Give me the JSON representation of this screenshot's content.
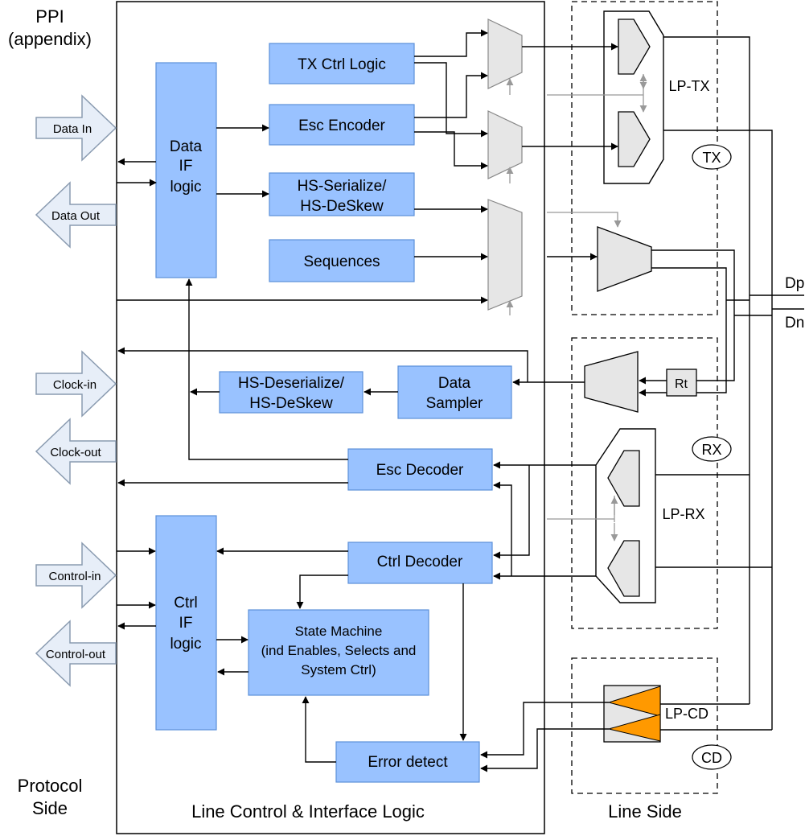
{
  "header": {
    "ppi_title": "PPI",
    "ppi_subtitle": "(appendix)",
    "protocol_line1": "Protocol",
    "protocol_line2": "Side",
    "line_control_caption": "Line Control & Interface Logic",
    "line_side_caption": "Line Side"
  },
  "ppi_ports": {
    "data_in": "Data In",
    "data_out": "Data Out",
    "clock_in": "Clock-in",
    "clock_out": "Clock-out",
    "control_in": "Control-in",
    "control_out": "Control-out"
  },
  "blocks": {
    "data_if": [
      "Data",
      "IF",
      "logic"
    ],
    "tx_ctrl_logic": "TX Ctrl Logic",
    "esc_encoder": "Esc Encoder",
    "hs_serialize": [
      "HS-Serialize/",
      "HS-DeSkew"
    ],
    "sequences": "Sequences",
    "hs_deserialize": [
      "HS-Deserialize/",
      "HS-DeSkew"
    ],
    "data_sampler": [
      "Data",
      "Sampler"
    ],
    "esc_decoder": "Esc Decoder",
    "ctrl_decoder": "Ctrl Decoder",
    "ctrl_if": [
      "Ctrl",
      "IF",
      "logic"
    ],
    "state_machine": [
      "State Machine",
      "(ind Enables, Selects and",
      "System Ctrl)"
    ],
    "error_detect": "Error detect"
  },
  "line_side": {
    "lp_tx": "LP-TX",
    "lp_rx": "LP-RX",
    "lp_cd": "LP-CD",
    "rt": "Rt",
    "tx_badge": "TX",
    "rx_badge": "RX",
    "cd_badge": "CD",
    "dp": "Dp",
    "dn": "Dn"
  },
  "colors": {
    "block_fill": "#99c2ff",
    "block_stroke": "#5b8fd8",
    "port_fill": "#e7eef8",
    "mux_fill": "#e6e6e6",
    "cd_fill": "#ff9900"
  }
}
